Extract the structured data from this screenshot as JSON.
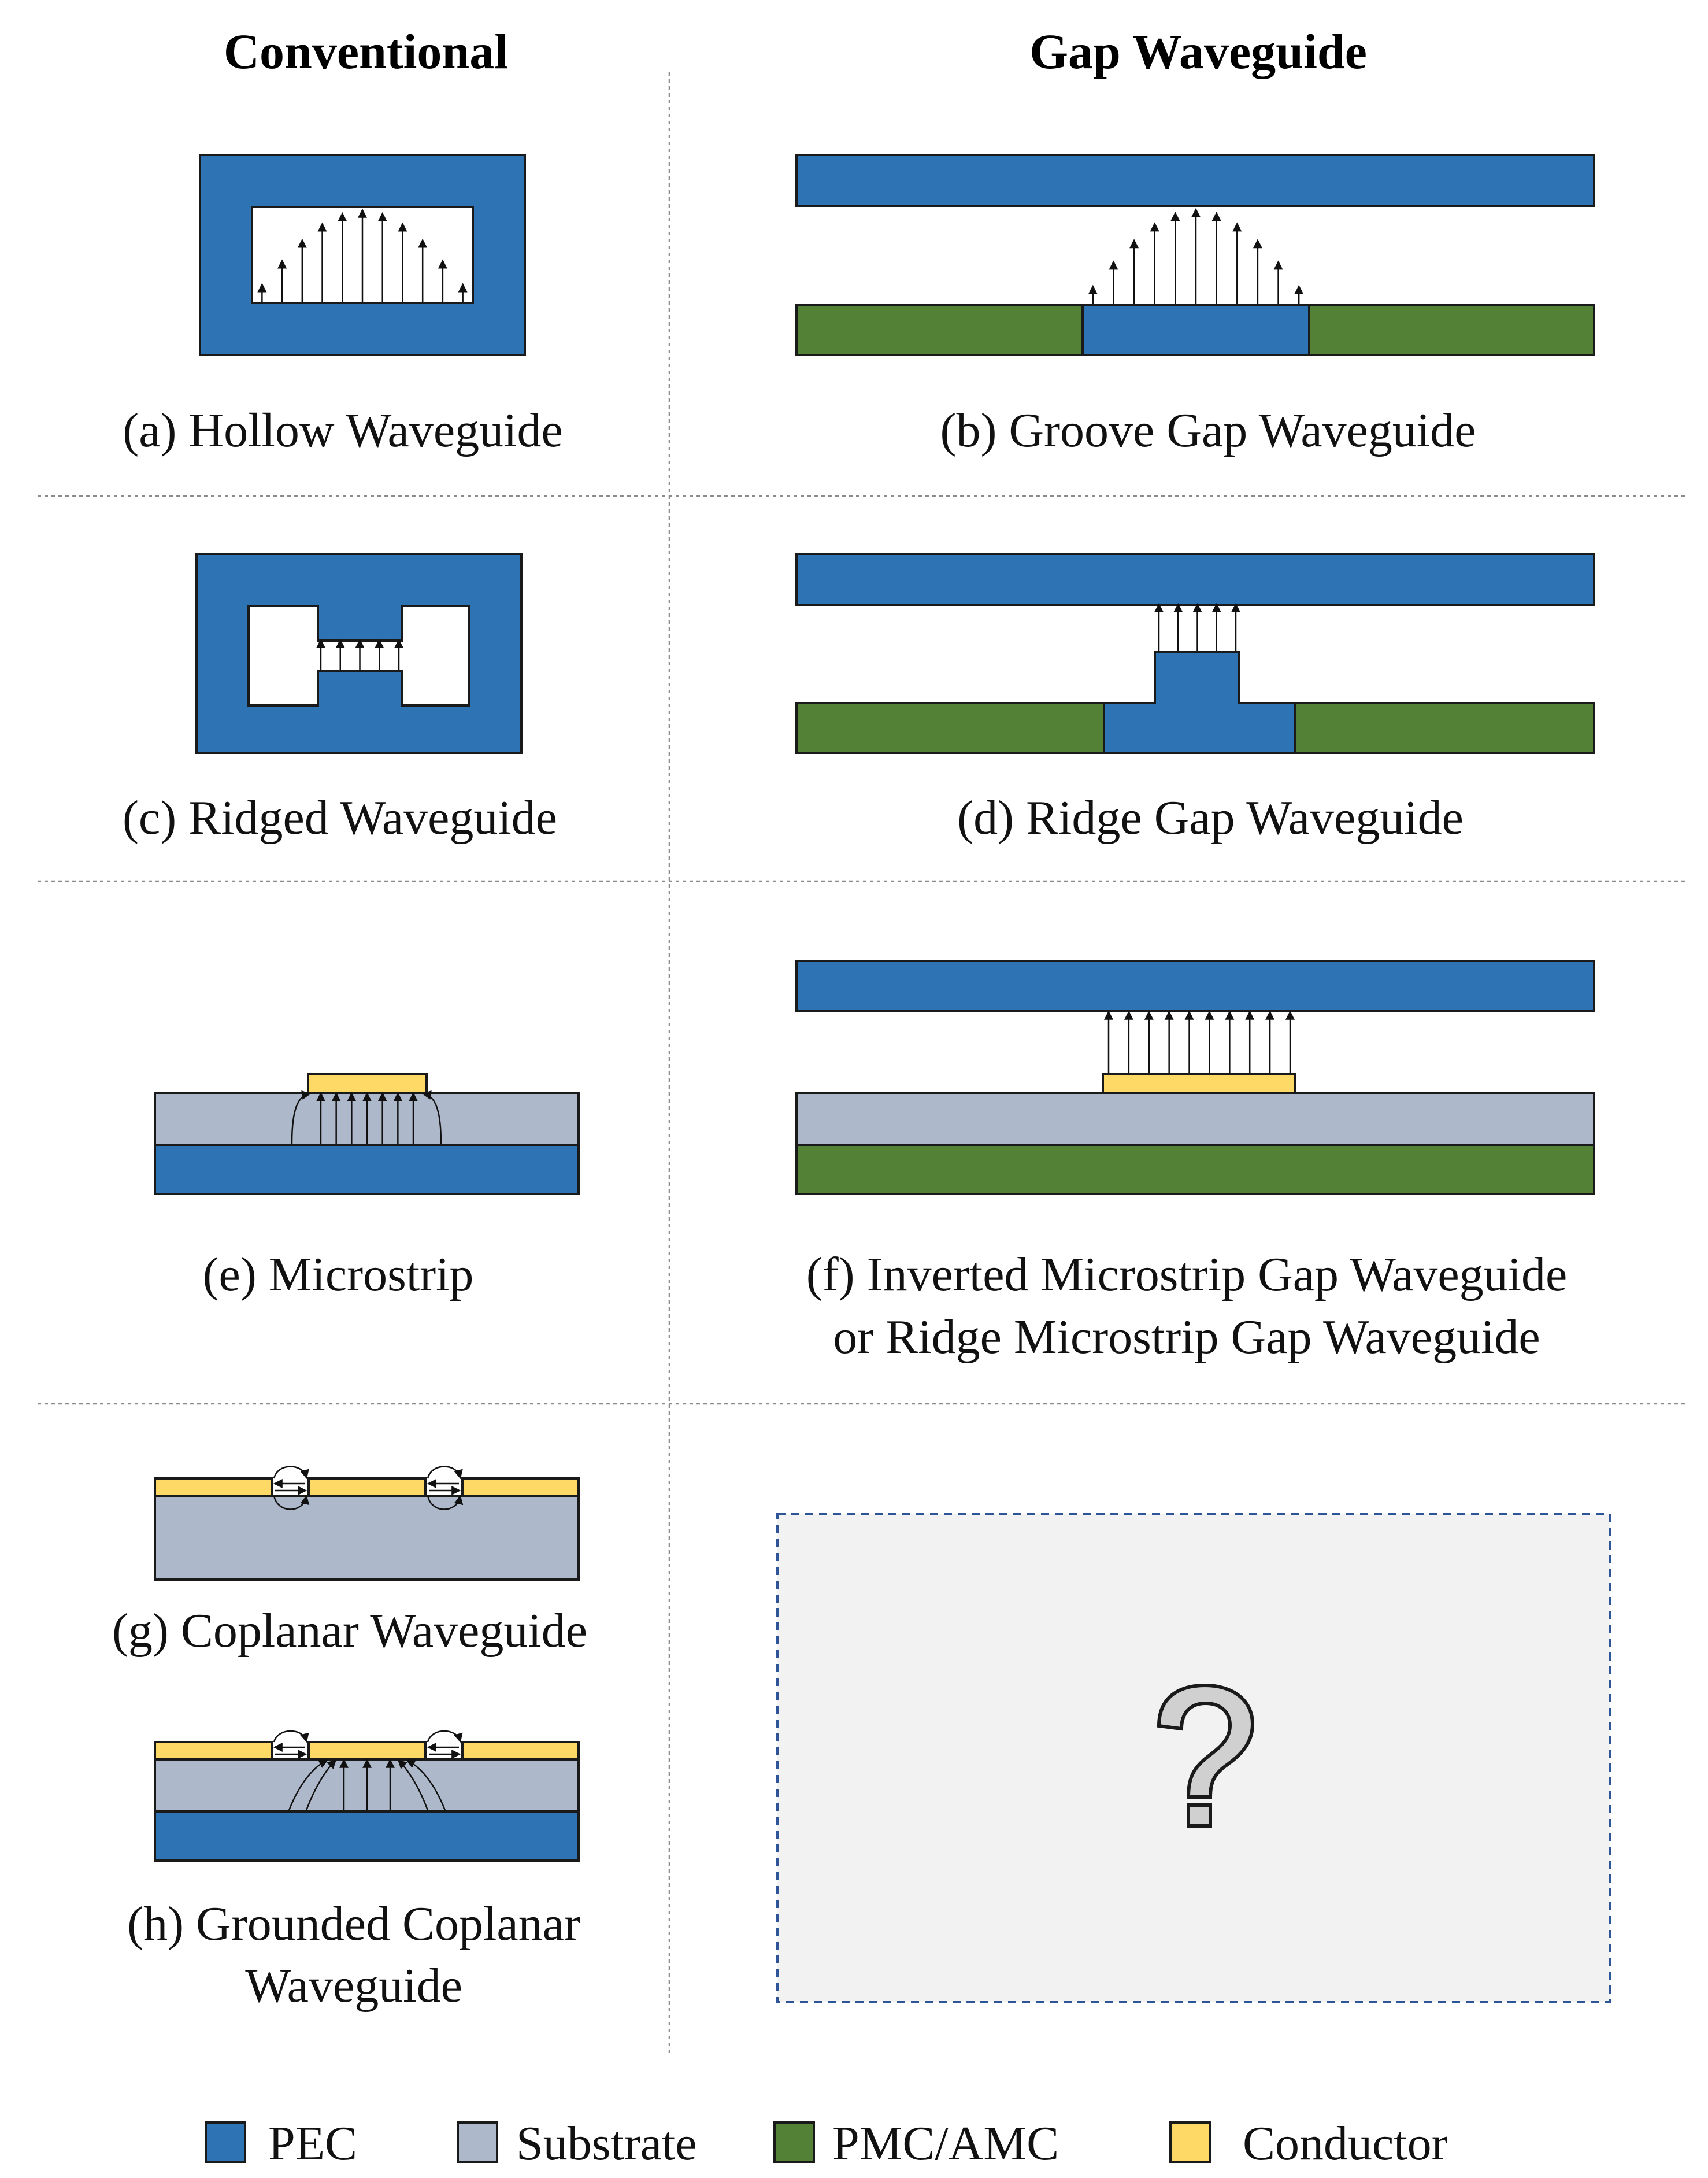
{
  "headers": {
    "conventional": "Conventional",
    "gap_waveguide": "Gap Waveguide"
  },
  "captions": {
    "a": "(a) Hollow Waveguide",
    "b": "(b) Groove Gap Waveguide",
    "c": "(c) Ridged Waveguide",
    "d": "(d) Ridge Gap Waveguide",
    "e": "(e) Microstrip",
    "f_line1": "(f) Inverted Microstrip Gap Waveguide",
    "f_line2": "or Ridge Microstrip Gap Waveguide",
    "g": "(g) Coplanar Waveguide",
    "h_line1": "(h) Grounded Coplanar",
    "h_line2": "Waveguide"
  },
  "placeholder": {
    "symbol": "?"
  },
  "legend": [
    {
      "label": "PEC",
      "color": "#2e74b5"
    },
    {
      "label": "Substrate",
      "color": "#adb9ca"
    },
    {
      "label": "PMC/AMC",
      "color": "#538135"
    },
    {
      "label": "Conductor",
      "color": "#ffd966"
    }
  ],
  "colors": {
    "pec": "#2e74b5",
    "substrate": "#adb9ca",
    "pmc_amc": "#538135",
    "conductor": "#ffd966",
    "placeholder_border": "#2e5597"
  }
}
